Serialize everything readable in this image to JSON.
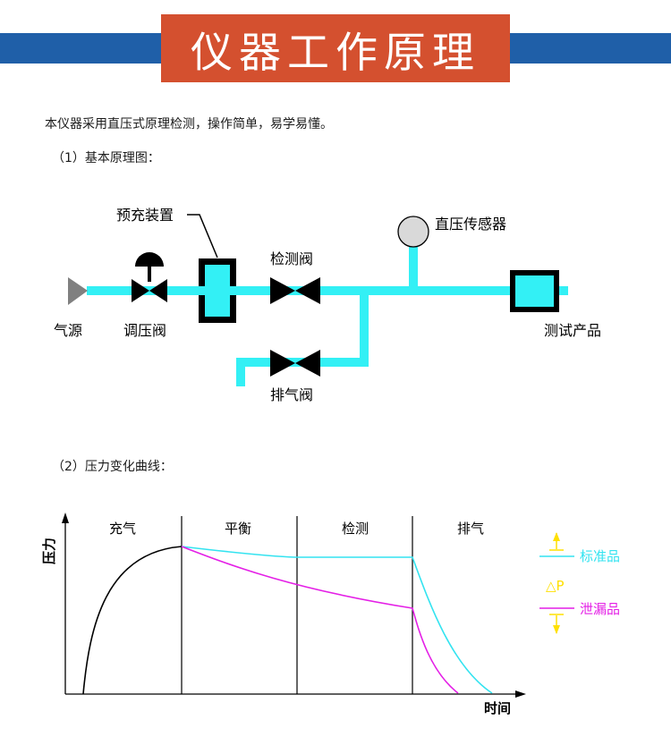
{
  "banner": {
    "title": "仪器工作原理"
  },
  "intro": "本仪器采用直压式原理检测，操作简单，易学易懂。",
  "section1": {
    "heading": "（1）基本原理图："
  },
  "section2": {
    "heading": "（2）压力变化曲线："
  },
  "schematic": {
    "colors": {
      "pipe": "#33f0f5",
      "component": "#000000",
      "gauge": "#d9d9d9",
      "source": "#808080"
    },
    "labels": {
      "source": "气源",
      "regulator": "调压阀",
      "precharge": "预充装置",
      "test_valve": "检测阀",
      "sensor": "直压传感器",
      "product": "测试产品",
      "exhaust": "排气阀"
    }
  },
  "chart_data": {
    "type": "line",
    "ylabel": "压力",
    "xlabel": "时间",
    "phases": [
      "充气",
      "平衡",
      "检测",
      "排气"
    ],
    "series": [
      {
        "name": "标准品",
        "color": "#33e3f0"
      },
      {
        "name": "泄漏品",
        "color": "#e41fe6"
      }
    ],
    "delta_label": "△P",
    "arrow_color": "#ffe000"
  }
}
